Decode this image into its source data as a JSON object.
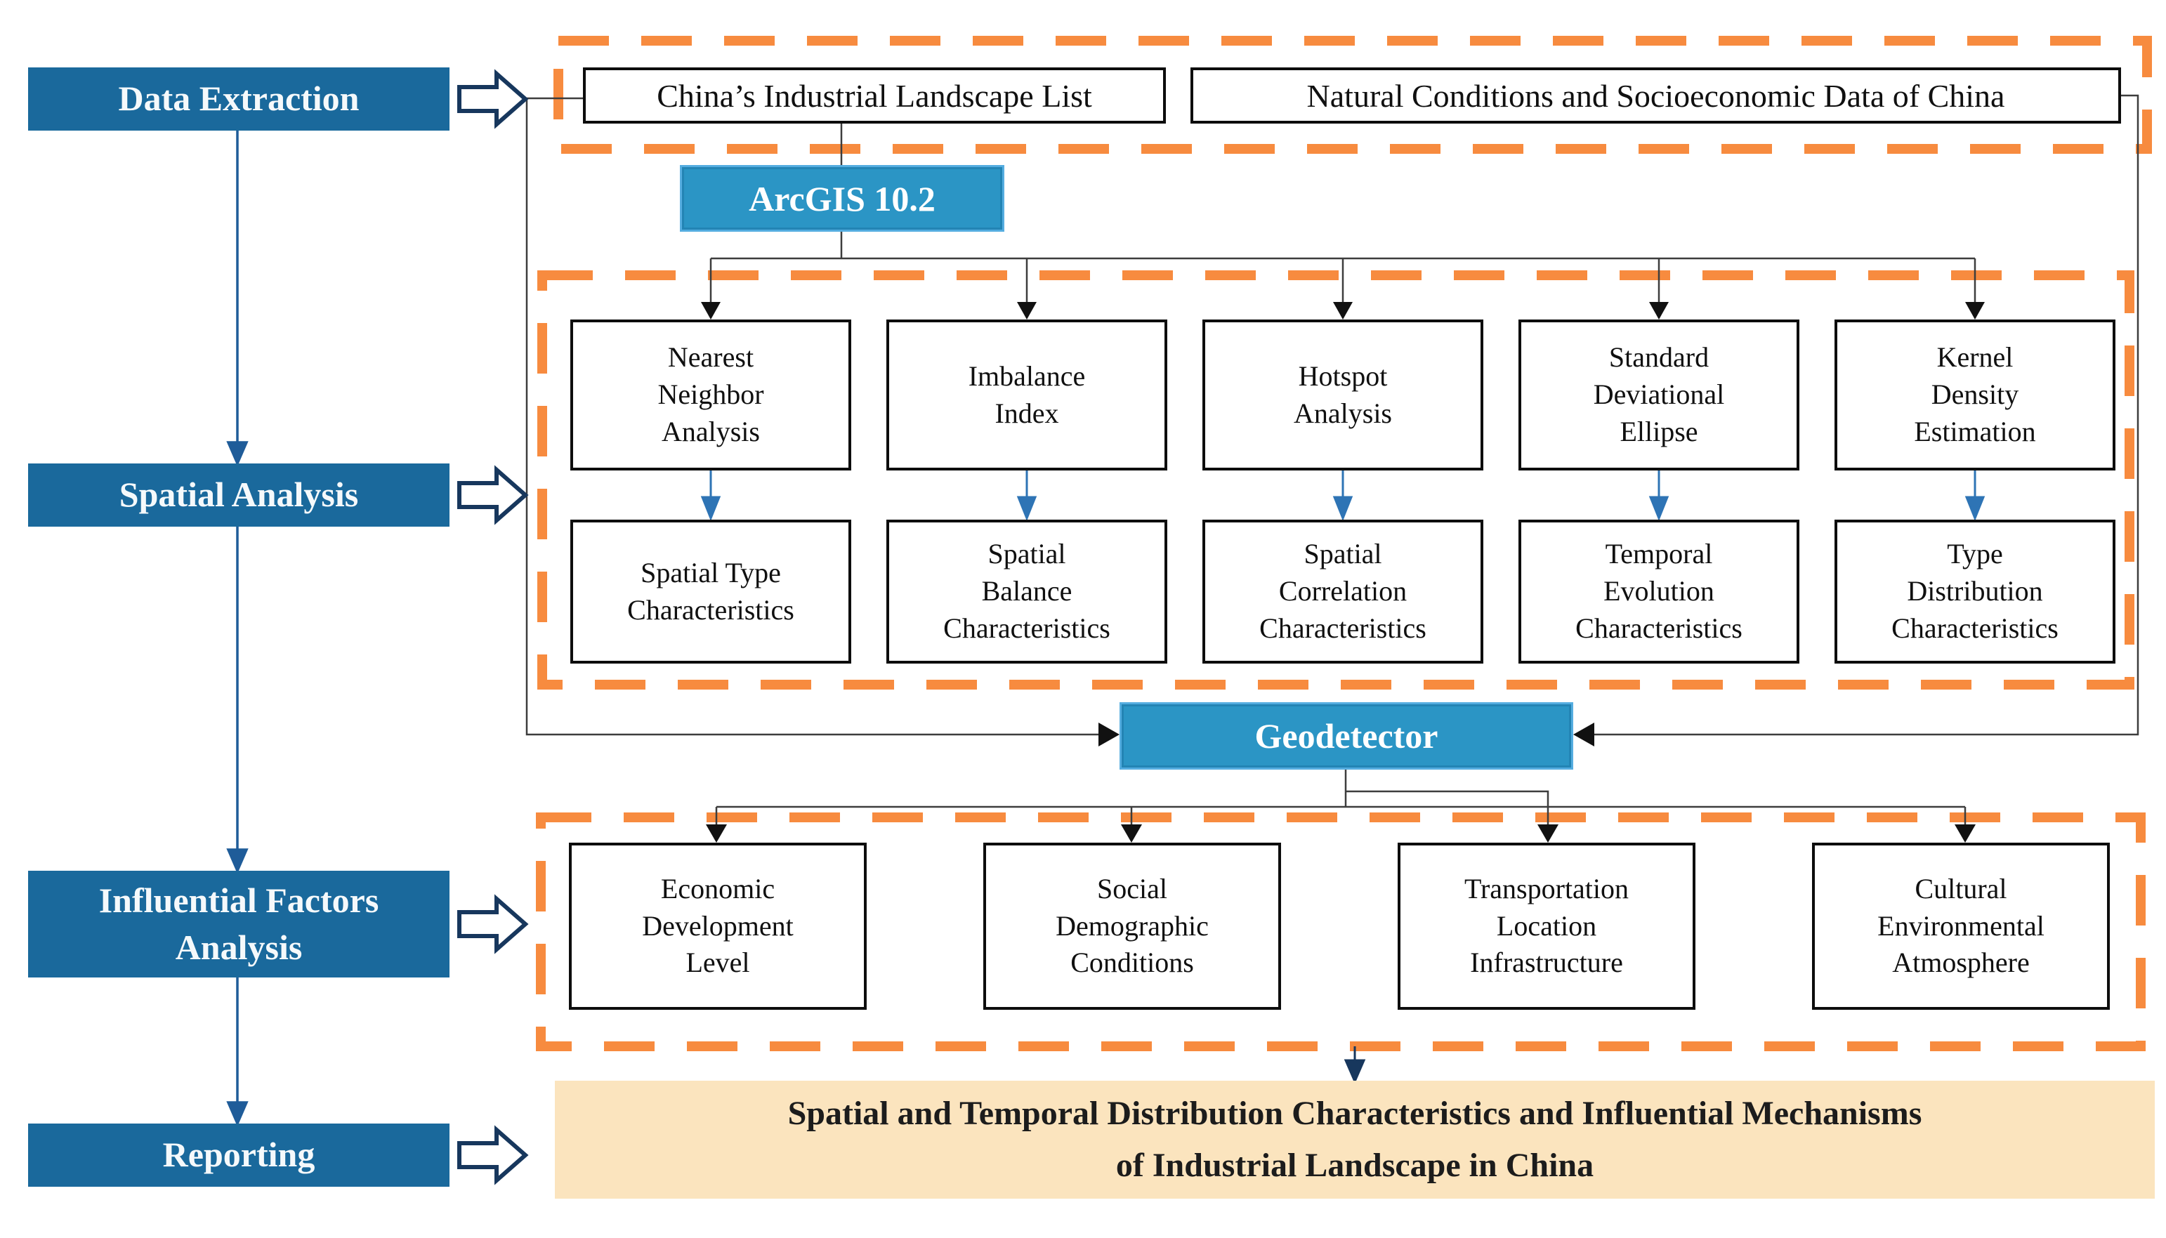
{
  "figure_title": "Research framework flowchart",
  "stages": [
    "Data Extraction",
    "Spatial Analysis",
    "Influential Factors\nAnalysis",
    "Reporting"
  ],
  "data_sources": {
    "landscape_list": "China’s Industrial Landscape List",
    "natural_socioeconomic": "Natural Conditions and Socioeconomic Data of China"
  },
  "tools": {
    "arcgis": "ArcGIS 10.2",
    "geodetector": "Geodetector"
  },
  "methods": [
    "Nearest\nNeighbor\nAnalysis",
    "Imbalance\nIndex",
    "Hotspot\nAnalysis",
    "Standard\nDeviational\nEllipse",
    "Kernel\nDensity\nEstimation"
  ],
  "characteristics": [
    "Spatial Type\nCharacteristics",
    "Spatial\nBalance\nCharacteristics",
    "Spatial\nCorrelation\nCharacteristics",
    "Temporal\nEvolution\nCharacteristics",
    "Type\nDistribution\nCharacteristics"
  ],
  "factors": [
    "Economic\nDevelopment\nLevel",
    "Social\nDemographic\nConditions",
    "Transportation\nLocation\nInfrastructure",
    "Cultural\nEnvironmental\nAtmosphere"
  ],
  "result": {
    "line1": "Spatial and Temporal Distribution Characteristics and Influential Mechanisms",
    "line2": "of Industrial Landscape in China"
  },
  "colors": {
    "stage_blue": "#1A699C",
    "tool_blue": "#2B95C5",
    "dashed_orange": "#F78B3F",
    "result_cream": "#FBE4BE",
    "flow_navy": "#1F5C99",
    "mini_arrow_blue": "#2E74B5",
    "hollow_arrow_outline": "#17375D",
    "connector_gray": "#3d3d3d"
  }
}
